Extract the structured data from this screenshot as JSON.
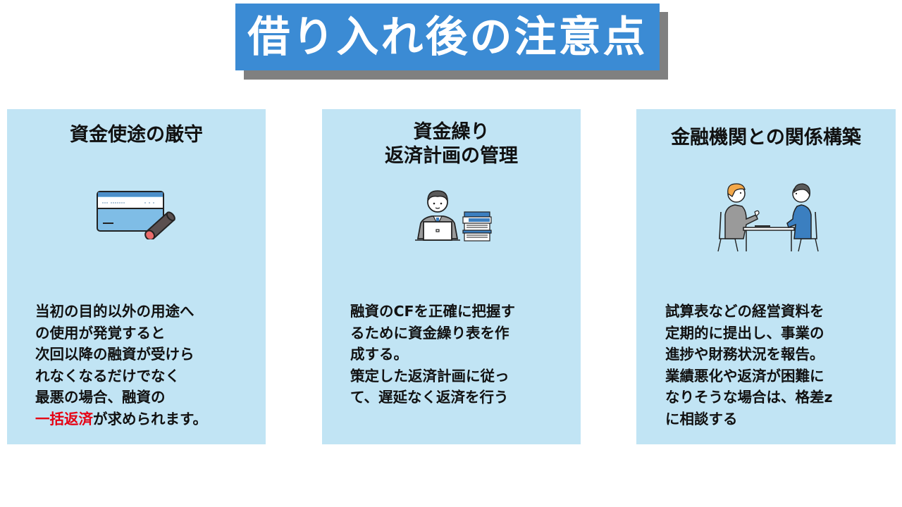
{
  "header": {
    "title": "借り入れ後の注意点",
    "bg_color": "#3b8bd4",
    "shadow_color": "#808080"
  },
  "panels": [
    {
      "title": "資金使途の厳守",
      "icon": "credit-card-icon",
      "lines": [
        "当初の目的以外の用途へ",
        "の使用が発覚すると",
        "次回以降の融資が受けら",
        "れなくなるだけでなく",
        "最悪の場合、融資の"
      ],
      "last_line_highlight": "一括返済",
      "last_line_rest": "が求められます。",
      "highlight_color": "#e60012"
    },
    {
      "title_line1": "資金繰り",
      "title_line2": "返済計画の管理",
      "icon": "businessman-laptop-documents-icon",
      "lines": [
        "融資のCFを正確に把握す",
        "るために資金繰り表を作",
        "成する。",
        "策定した返済計画に従っ",
        "て、遅延なく返済を行う"
      ]
    },
    {
      "title": "金融機関との関係構築",
      "icon": "meeting-two-people-icon",
      "lines": [
        "試算表などの経営資料を",
        "定期的に提出し、事業の",
        "進捗や財務状況を報告。",
        "業績悪化や返済が困難に",
        "なりそうな場合は、格差z",
        "に相談する"
      ]
    }
  ],
  "colors": {
    "panel_bg": "#c1e4f4",
    "text": "#111111"
  }
}
